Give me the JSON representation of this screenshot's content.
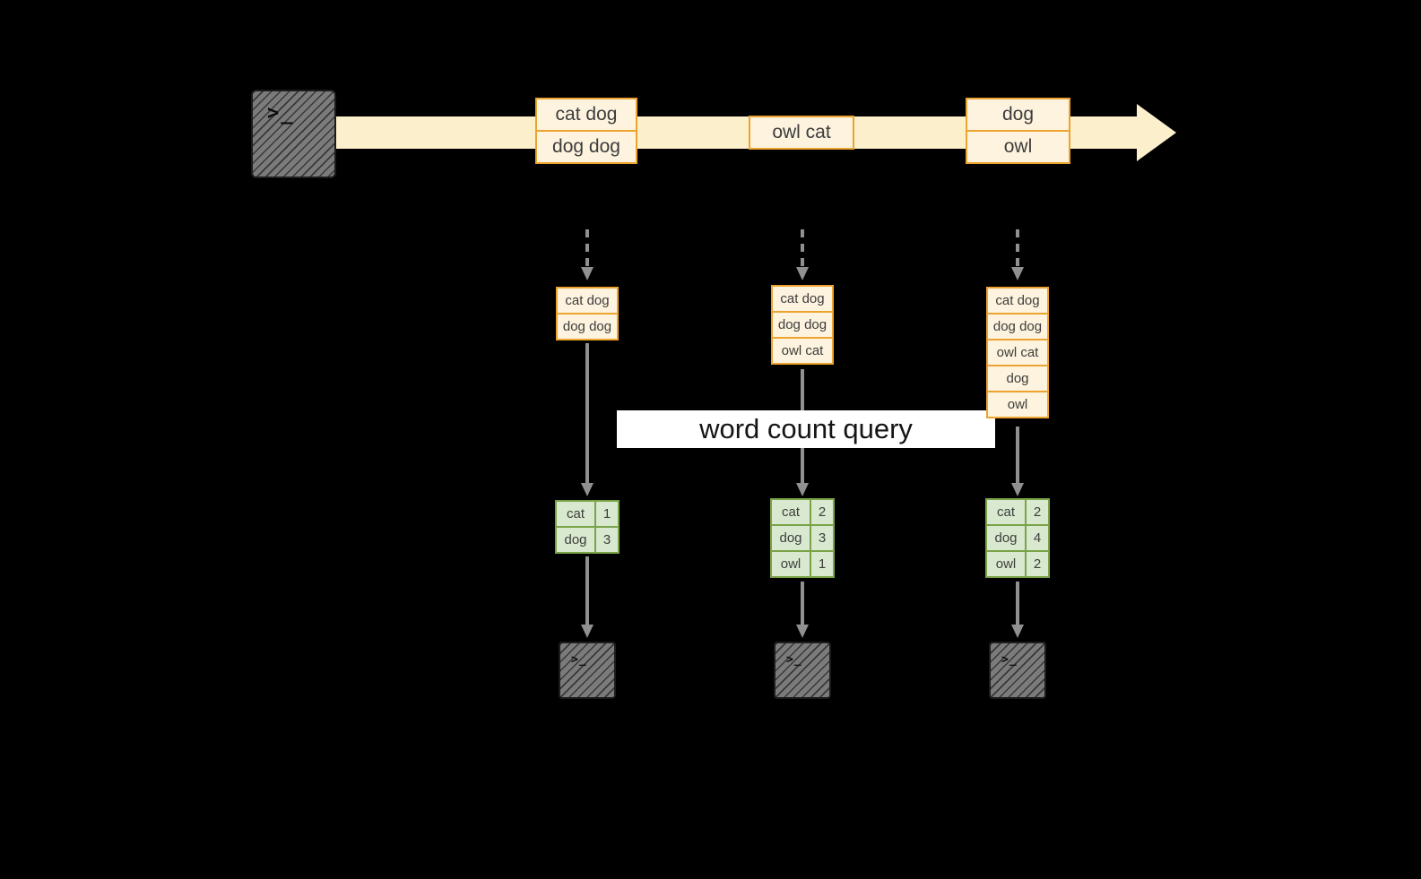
{
  "colors": {
    "background": "#000000",
    "stream_fill": "#fcf0cc",
    "batch_border": "#eda32f",
    "batch_fill": "#fdf3de",
    "table_border": "#7aa348",
    "table_fill": "#d8e9cf",
    "arrow": "#909090",
    "terminal_fill": "#7b7b7b",
    "banner_bg": "#ffffff"
  },
  "source_terminal": {
    "prompt": ">_"
  },
  "sink_terminal": {
    "prompt": ">_"
  },
  "banner": {
    "label": "word count query"
  },
  "stream_batches": [
    {
      "rows": [
        "cat dog",
        "dog dog"
      ]
    },
    {
      "rows": [
        "owl cat"
      ]
    },
    {
      "rows": [
        "dog",
        "owl"
      ]
    }
  ],
  "columns": [
    {
      "records": [
        "cat dog",
        "dog dog"
      ],
      "table": [
        {
          "word": "cat",
          "count": "1"
        },
        {
          "word": "dog",
          "count": "3"
        }
      ]
    },
    {
      "records": [
        "cat dog",
        "dog dog",
        "owl cat"
      ],
      "table": [
        {
          "word": "cat",
          "count": "2"
        },
        {
          "word": "dog",
          "count": "3"
        },
        {
          "word": "owl",
          "count": "1"
        }
      ]
    },
    {
      "records": [
        "cat dog",
        "dog dog",
        "owl cat",
        "dog",
        "owl"
      ],
      "table": [
        {
          "word": "cat",
          "count": "2"
        },
        {
          "word": "dog",
          "count": "4"
        },
        {
          "word": "owl",
          "count": "2"
        }
      ]
    }
  ]
}
